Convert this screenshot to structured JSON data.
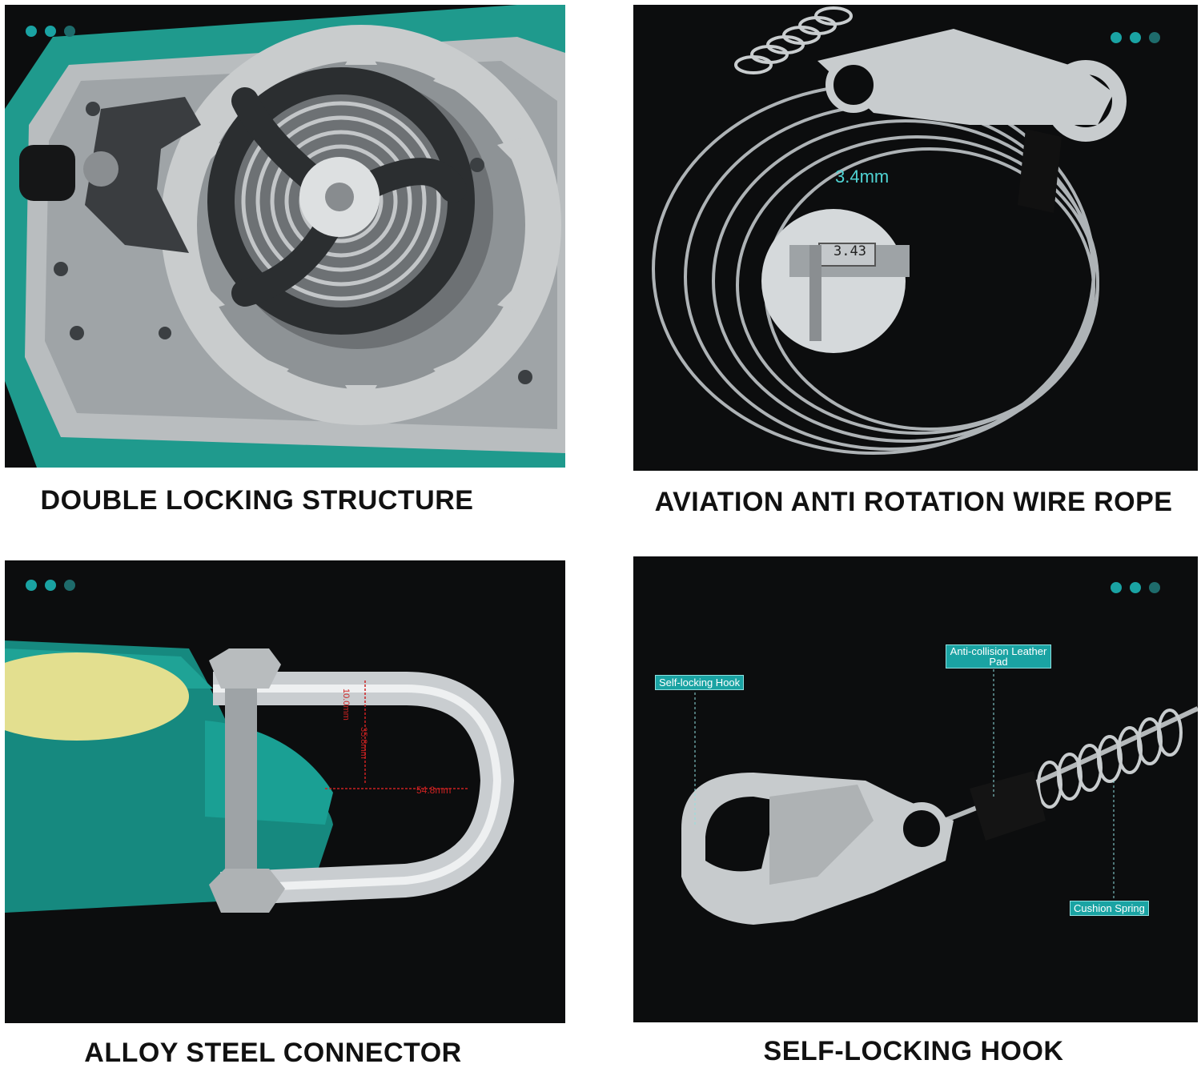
{
  "colors": {
    "accent": "#1aa3a3",
    "dark_dot": "#1e6b6b",
    "panel_bg": "#0c0d0e"
  },
  "panels": [
    {
      "caption": "DOUBLE LOCKING STRUCTURE"
    },
    {
      "caption": "AVIATION ANTI ROTATION WIRE ROPE",
      "measurement": "3.4mm",
      "caliper_reading": "3.43"
    },
    {
      "caption": "ALLOY STEEL CONNECTOR",
      "dimensions": [
        "10.0mm",
        "35.8mm",
        "54.8mm"
      ]
    },
    {
      "caption": "SELF-LOCKING HOOK",
      "labels": {
        "hook": "Self-locking Hook",
        "pad": "Anti-collision Leather Pad",
        "spring": "Cushion Spring"
      }
    }
  ]
}
